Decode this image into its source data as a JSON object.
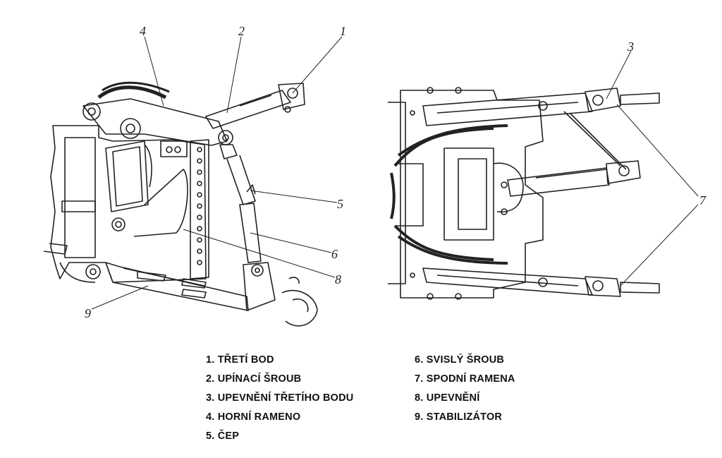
{
  "callouts": {
    "left_view": [
      "1",
      "2",
      "4",
      "5",
      "6",
      "8",
      "9"
    ],
    "right_view": [
      "3",
      "7"
    ]
  },
  "legend": {
    "left_column": [
      "1. TŘETÍ BOD",
      "2. UPÍNACÍ ŠROUB",
      "3. UPEVNĚNÍ TŘETÍHO BODU",
      "4. HORNÍ RAMENO",
      "5. ČEP"
    ],
    "right_column": [
      "6. SVISLÝ ŠROUB",
      "7. SPODNÍ RAMENA",
      "8. UPEVNĚNÍ",
      "9. STABILIZÁTOR"
    ]
  },
  "colors": {
    "line": "#222222",
    "background": "#ffffff",
    "hatch": "#555555"
  }
}
